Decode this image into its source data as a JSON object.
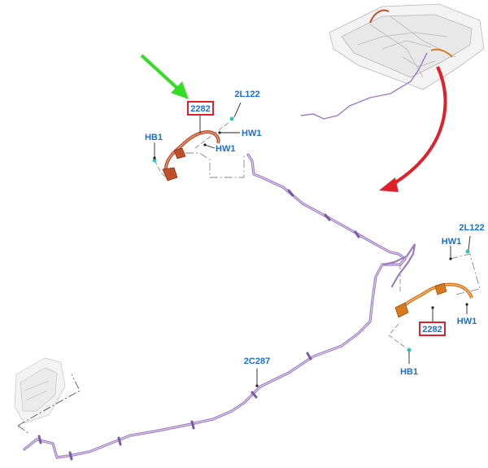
{
  "colors": {
    "callout_text": "#1a6fd6",
    "highlight_box": "#e0202a",
    "green_arrow": "#33dd22",
    "red_arrow": "#e0202a",
    "brake_line": "#9b7bc4",
    "hose_left": "#c0502a",
    "hose_right": "#d97a1e",
    "clip": "#2ec4b6",
    "outline": "#9a9a9a"
  },
  "icons": {
    "pointer_arrow": "green-arrow-icon",
    "transition_arrow": "curved-red-arrow-icon"
  },
  "callouts": {
    "left_hose_part": "2282",
    "left_bracket_bolt": "2L122",
    "left_washer_top": "HW1",
    "left_washer_bottom": "HW1",
    "left_banjo_bolt": "HB1",
    "right_bracket_bolt": "2L122",
    "right_washer_top": "HW1",
    "right_washer_bottom": "HW1",
    "right_hose_part": "2282",
    "right_banjo_bolt": "HB1",
    "brake_tube": "2C287"
  }
}
